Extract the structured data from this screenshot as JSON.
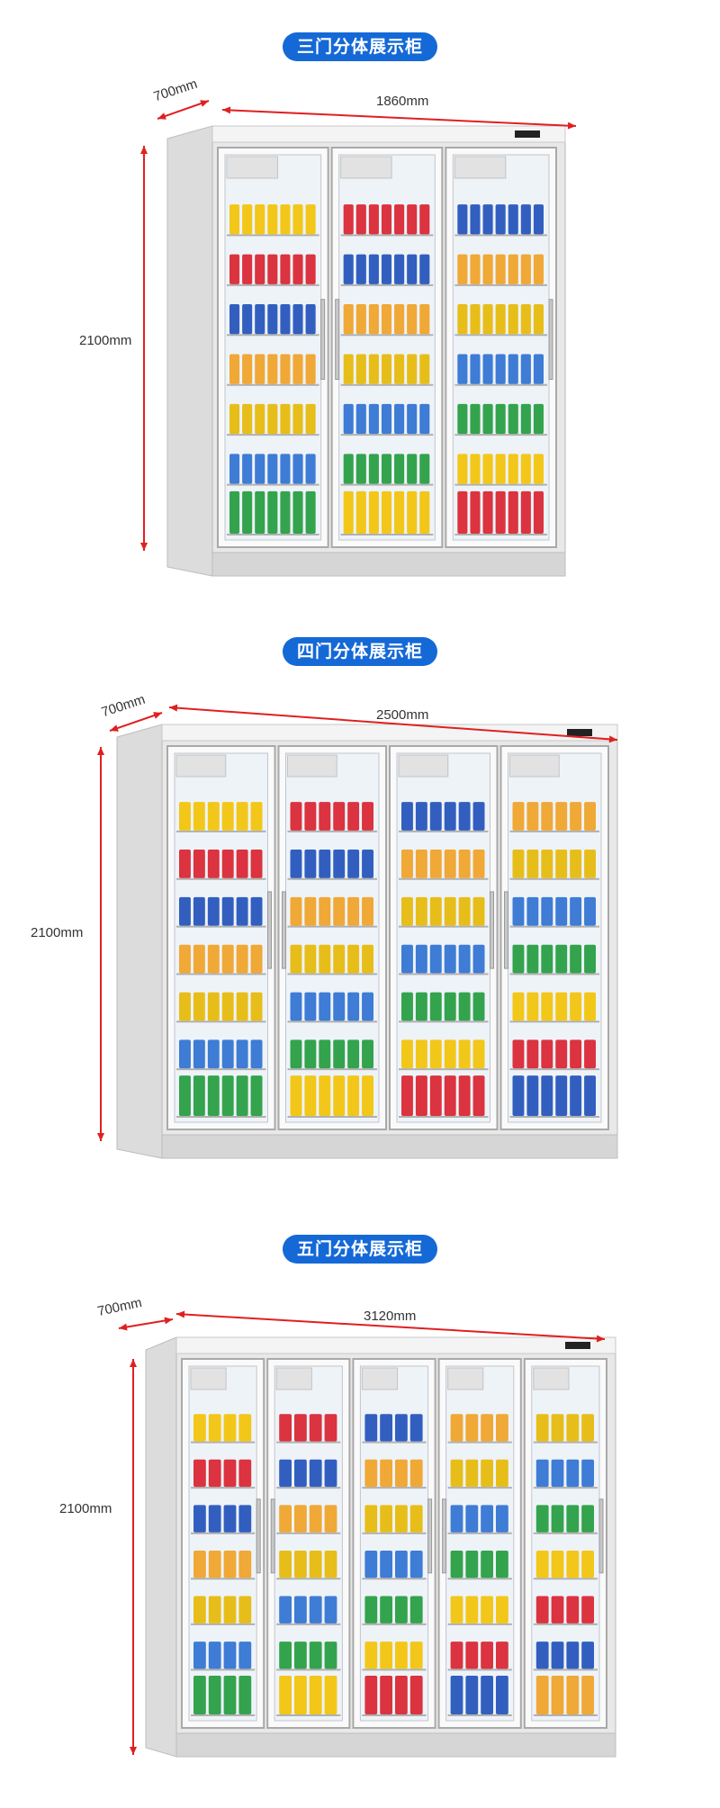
{
  "sections": [
    {
      "title": "三门分体展示柜",
      "width_label": "1860mm",
      "depth_label": "700mm",
      "height_label": "2100mm",
      "doors": 3
    },
    {
      "title": "四门分体展示柜",
      "width_label": "2500mm",
      "depth_label": "700mm",
      "height_label": "2100mm",
      "doors": 4
    },
    {
      "title": "五门分体展示柜",
      "width_label": "3120mm",
      "depth_label": "700mm",
      "height_label": "2100mm",
      "doors": 5
    }
  ],
  "colors": {
    "pill": "#1569d6",
    "dimension_line": "#e02020",
    "cabinet": "#e8e8e8"
  }
}
